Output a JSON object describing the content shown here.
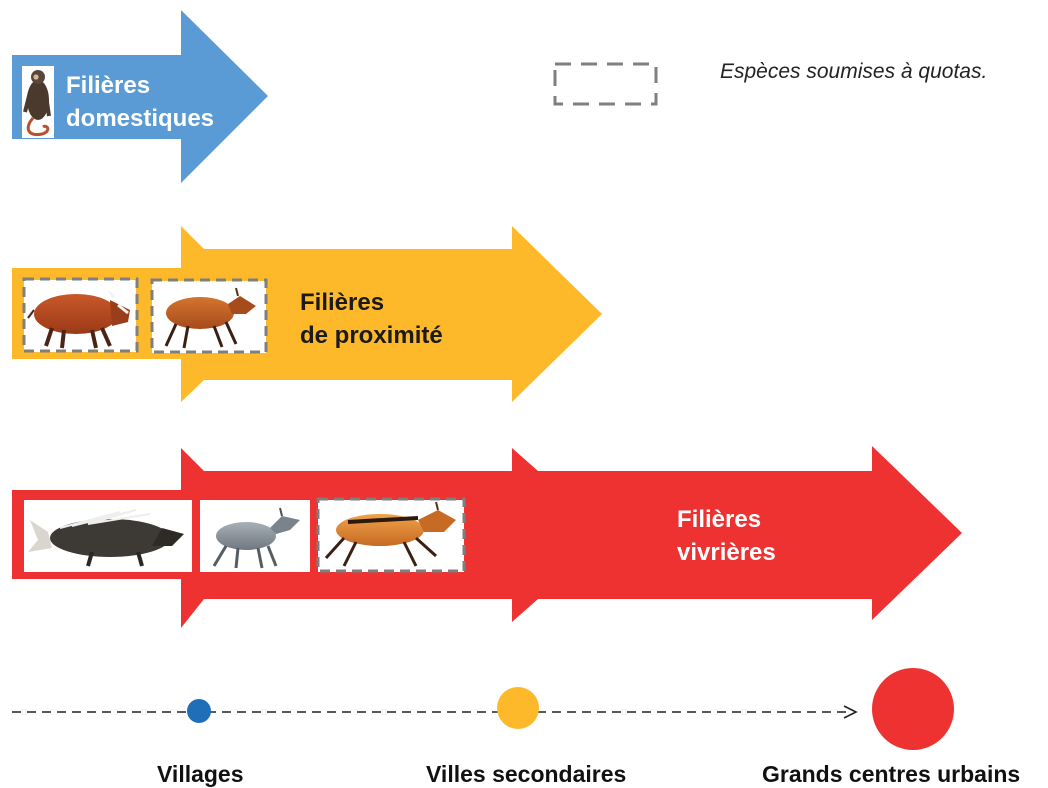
{
  "colors": {
    "domestic": "#5b9bd5",
    "proximity": "#fdb92a",
    "food": "#ee3231",
    "villages_dot": "#1f6fb8",
    "secondary_dot": "#fdb92a",
    "urban_dot": "#ee3231",
    "quota_border": "#7f7f7f"
  },
  "legend": {
    "quota_text": "Espèces soumises à quotas."
  },
  "flows": {
    "domestic": {
      "line1": "Filières",
      "line2": "domestiques",
      "animals": [
        "monkey-icon"
      ]
    },
    "proximity": {
      "line1": "Filières",
      "line2": "de proximité",
      "animals": [
        "red-river-hog-icon",
        "red-duiker-icon"
      ]
    },
    "food": {
      "line1": "Filières",
      "line2": "vivrières",
      "animals": [
        "porcupine-icon",
        "blue-duiker-icon",
        "bay-duiker-icon"
      ]
    }
  },
  "axis": {
    "villages": "Villages",
    "secondary": "Villes secondaires",
    "urban": "Grands centres urbains"
  }
}
